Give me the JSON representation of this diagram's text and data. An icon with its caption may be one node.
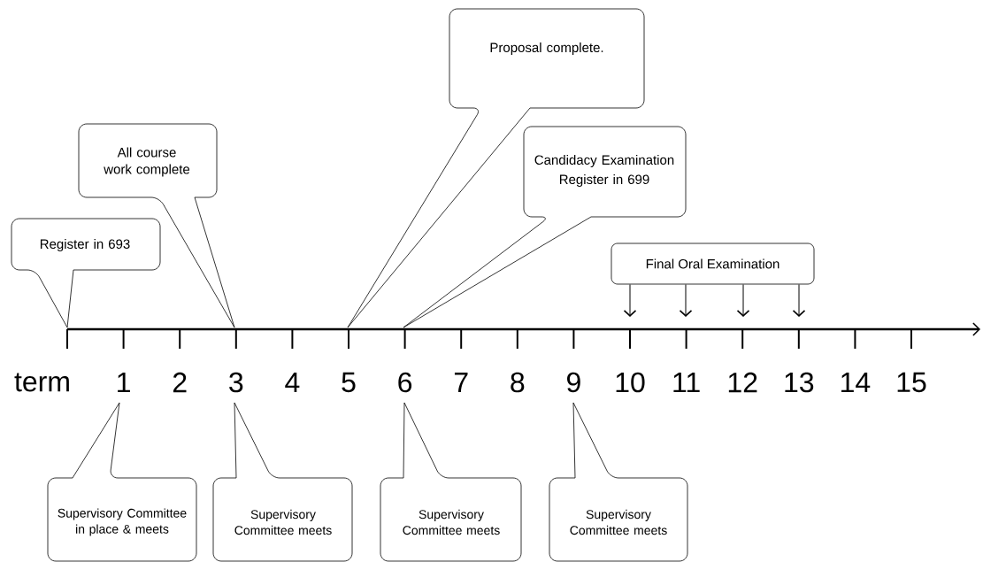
{
  "diagram": {
    "nodes": [
      {
        "text": [
          "Register in 693"
        ]
      },
      {
        "text": [
          "All course work complete"
        ]
      },
      {
        "text": [
          "Proposal complete."
        ]
      },
      {
        "text": [
          "Candidacy Examination",
          "Register in 699"
        ]
      },
      {
        "text": [
          "Final Oral Examination"
        ]
      },
      {
        "text": [
          "Supervisory Committee in place & meets"
        ]
      },
      {
        "text": [
          "Supervisory Committee meets"
        ]
      },
      {
        "text": [
          "Supervisory Committee meets"
        ]
      },
      {
        "text": [
          "Supervisory Committee meets"
        ]
      }
    ],
    "edges": [
      {
        "from": 4,
        "to": null,
        "arrow": "to"
      },
      {
        "from": 4,
        "to": null,
        "arrow": "to"
      },
      {
        "from": 4,
        "to": null,
        "arrow": "to"
      },
      {
        "from": 4,
        "to": null,
        "arrow": "to"
      }
    ],
    "labels": [
      "term",
      "1",
      "2",
      "3",
      "4",
      "5",
      "6",
      "7",
      "8",
      "9",
      "10",
      "11",
      "12",
      "13",
      "14",
      "15"
    ]
  }
}
